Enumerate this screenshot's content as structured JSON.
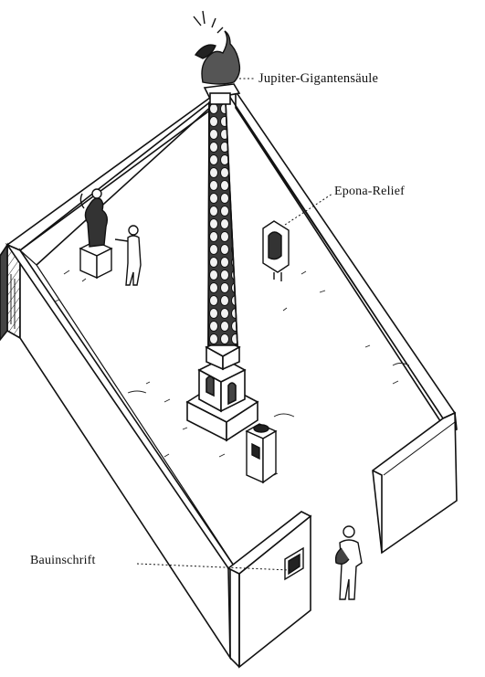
{
  "labels": {
    "jupiter": "Jupiter-Gigantensäule",
    "epona": "Epona-Relief",
    "bauinschrift": "Bauinschrift"
  },
  "colors": {
    "ink": "#111111",
    "paper": "#ffffff"
  }
}
